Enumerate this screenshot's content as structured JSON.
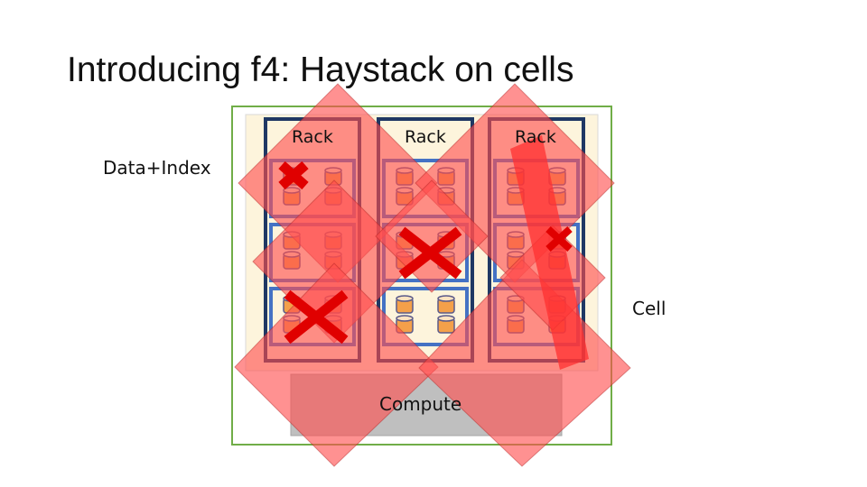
{
  "slide": {
    "title": "Introducing f4: Haystack on cells"
  },
  "labels": {
    "rack_1": "Rack",
    "rack_2": "Rack",
    "rack_3": "Rack",
    "data_index": "Data+Index",
    "cell": "Cell",
    "compute": "Compute"
  },
  "colors": {
    "cell_border": "#70ad47",
    "cell_background": "#fdf4dc",
    "rack_border": "#1f3864",
    "server_border": "#4472c4",
    "server_fill": "#fdf4dc",
    "disk_fill_orange": "#f4a04a",
    "disk_fill_blue": "#9dc3e6",
    "compute_fill": "#bfbfbf",
    "failure_overlay": "#ff4d4d",
    "failure_mark": "#e00000"
  }
}
